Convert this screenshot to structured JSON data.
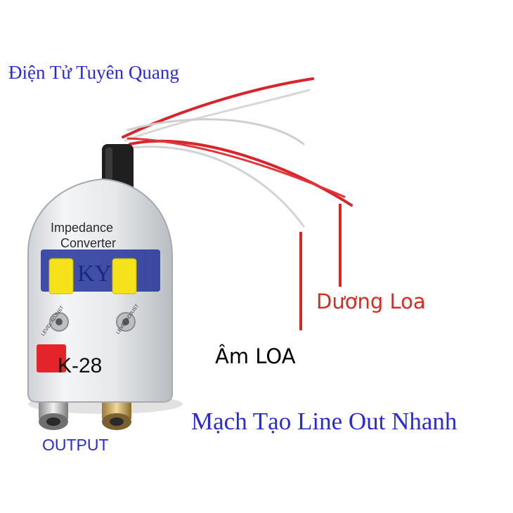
{
  "overlays": {
    "shop_name": "Điện Tử Tuyên Quang",
    "positive_label": "Dương Loa",
    "negative_label": "Âm LOA",
    "product_title": "Mạch Tạo Line Out Nhanh",
    "output_label": "OUTPUT"
  },
  "device_print": {
    "line1": "Impedance",
    "line2": "Converter",
    "logo": "KY",
    "model": "K-28",
    "knob_left": "LEVEL ADJUST",
    "knob_right": "LEVEL ADJUST"
  },
  "colors": {
    "overlay_blue": "#2b2bd6",
    "speaker_red": "#d62a22",
    "speaker_black": "#000000"
  }
}
